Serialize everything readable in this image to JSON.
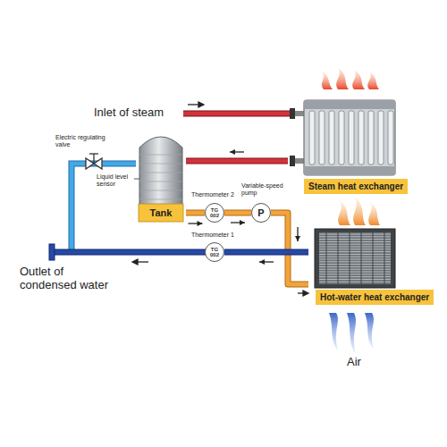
{
  "diagram": {
    "nodes": [
      {
        "text": [
          "Steam heat exchanger"
        ]
      },
      {
        "text": [
          "Tank"
        ]
      },
      {
        "text": [
          "TG 002"
        ]
      },
      {
        "text": [
          "P"
        ]
      },
      {
        "text": [
          "TG 002"
        ]
      },
      {
        "text": [
          "Hot-water heat exchanger"
        ]
      }
    ],
    "edges": [
      {
        "from": 0,
        "to": 1,
        "arrow": "to"
      },
      {
        "from": 1,
        "to": 2,
        "arrow": "to"
      },
      {
        "from": 2,
        "to": 3,
        "arrow": "to"
      },
      {
        "from": 3,
        "to": 5,
        "arrow": "to"
      },
      {
        "from": 5,
        "to": 4,
        "arrow": "to"
      }
    ],
    "labels": [
      "Inlet of steam",
      "Electric regulating valve",
      "Liquid level sensor",
      "Thermometer 2",
      "Variable-speed pump",
      "Thermometer 1",
      "Outlet of condensed water",
      "Air"
    ]
  }
}
